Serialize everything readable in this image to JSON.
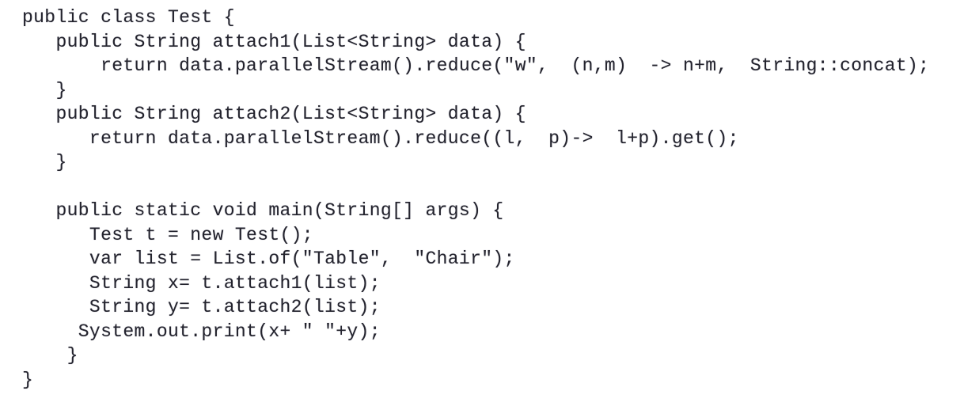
{
  "colors": {
    "background": "#ffffff",
    "text": "#23232d"
  },
  "code": {
    "language": "java",
    "lines": [
      "public class Test {",
      "   public String attach1(List<String> data) {",
      "       return data.parallelStream().reduce(\"w\",  (n,m)  -> n+m,  String::concat);",
      "   }",
      "   public String attach2(List<String> data) {",
      "      return data.parallelStream().reduce((l,  p)->  l+p).get();",
      "   }",
      "",
      "   public static void main(String[] args) {",
      "      Test t = new Test();",
      "      var list = List.of(\"Table\",  \"Chair\");",
      "      String x= t.attach1(list);",
      "      String y= t.attach2(list);",
      "     System.out.print(x+ \" \"+y);",
      "    }",
      "}"
    ]
  }
}
